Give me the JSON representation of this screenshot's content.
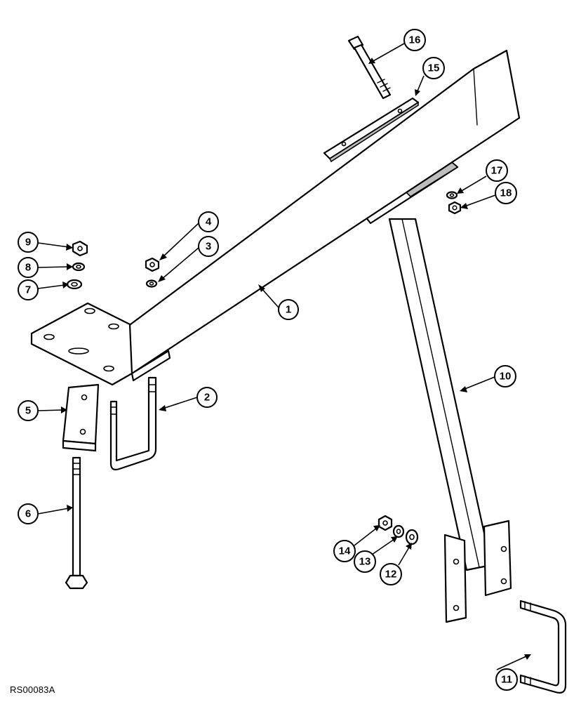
{
  "figure_code": "RS00083A",
  "callouts": [
    "1",
    "2",
    "3",
    "4",
    "5",
    "6",
    "7",
    "8",
    "9",
    "10",
    "11",
    "12",
    "13",
    "14",
    "15",
    "16",
    "17",
    "18"
  ],
  "colors": {
    "line": "#000000",
    "background": "#ffffff",
    "shade": "#bdbdbd"
  }
}
